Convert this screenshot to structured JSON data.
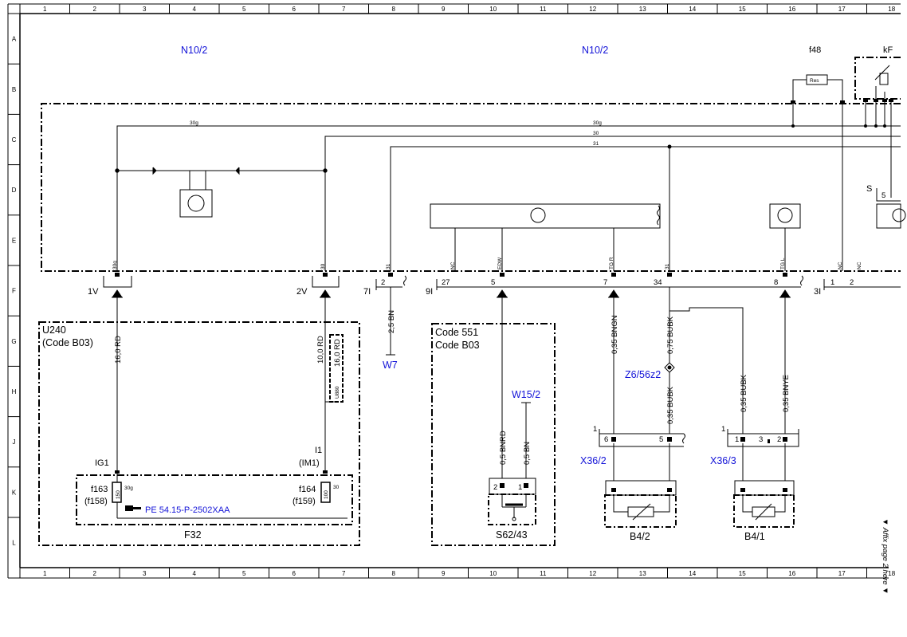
{
  "grid": {
    "columns": [
      "1",
      "2",
      "3",
      "4",
      "5",
      "6",
      "7",
      "8",
      "9",
      "10",
      "11",
      "12",
      "13",
      "14",
      "15",
      "16",
      "17",
      "18"
    ],
    "rows": [
      "A",
      "B",
      "C",
      "D",
      "E",
      "F",
      "G",
      "H",
      "J",
      "K",
      "L"
    ]
  },
  "side_note": "▼ Affix page 2 here ▼",
  "components": {
    "n10_2_left": "N10/2",
    "n10_2_right": "N10/2",
    "f48": "f48",
    "kf": "kF",
    "res": "Res",
    "s_label": "S",
    "s_pin": "5",
    "u240": "U240",
    "u240_code": "(Code B03)",
    "f32": "F32",
    "f163": "f163",
    "f158": "(f158)",
    "f164": "f164",
    "f159": "(f159)",
    "fuse150": "150",
    "fuse100": "100",
    "fuse_30g": "30g",
    "fuse_30": "30",
    "ig1": "IG1",
    "i1": "I1",
    "im1": "(IM1)",
    "u880": "U880",
    "pe_ref": "PE 54.15-P-2502XAA",
    "w7": "W7",
    "code551": "Code 551",
    "code_b03": "Code B03",
    "w15_2": "W15/2",
    "s62_43": "S62/43",
    "z6": "Z6/56z2",
    "x36_2": "X36/2",
    "x36_3": "X36/3",
    "b4_2": "B4/2",
    "b4_1": "B4/1"
  },
  "bus_lines": {
    "l30g_a": "30g",
    "l30g_b": "30g",
    "l30": "30",
    "l31": "31"
  },
  "pin_labels": {
    "p30g": "30g",
    "p30": "30",
    "p31a": "31",
    "pnc1": "NC",
    "pedw": "EDW",
    "ptgr": "TG R",
    "p31b": "31",
    "ptgl": "TG L",
    "pnc2": "NC",
    "pnc3": "NC"
  },
  "connectors": {
    "c1v": "1V",
    "c2v": "2V",
    "c7i": "7I",
    "c7i_pin": "2",
    "c9i": "9I",
    "c9i_27": "27",
    "c9i_5": "5",
    "c9i_7": "7",
    "c9i_34": "34",
    "c9i_8": "8",
    "c3i": "3I",
    "c3i_1": "1",
    "c3i_2": "2",
    "s62_pin2": "2",
    "s62_pin1": "1",
    "x36_2_1": "1",
    "x36_2_6": "6",
    "x36_2_5": "5",
    "x36_3_1": "1",
    "x36_3_1b": "1",
    "x36_3_3": "3",
    "x36_3_2": "2"
  },
  "wires": {
    "w160rd": "16,0 RD",
    "w100rd": "10,0 RD",
    "w160rd_b": "16,0 RD",
    "w25bn": "2,5 BN",
    "w05bnrd": "0,5 BNRD",
    "w05bn": "0,5 BN",
    "w035bngn": "0,35 BNGN",
    "w075bubk": "0,75 BUBK",
    "w035bubk_a": "0,35 BUBK",
    "w035bubk_b": "0,35 BUBK",
    "w035bnye": "0,35 BNYE"
  },
  "colors": {
    "line": "#000000",
    "blue_label": "#1414d8"
  }
}
